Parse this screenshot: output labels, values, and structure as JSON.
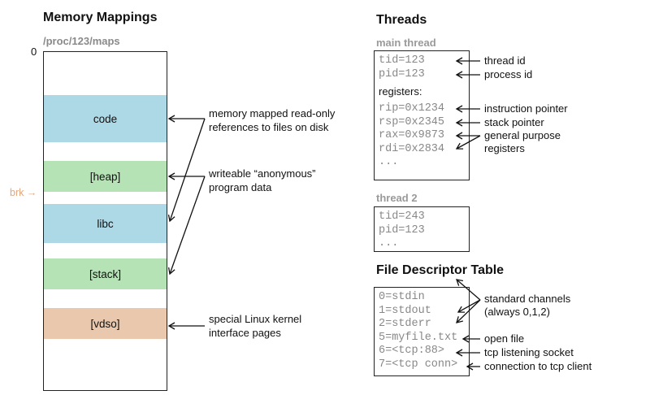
{
  "memory": {
    "title": "Memory Mappings",
    "path": "/proc/123/maps",
    "zero": "0",
    "brk": "brk →",
    "regions": [
      {
        "label": "code",
        "color": "#add8e6"
      },
      {
        "label": "[heap]",
        "color": "#b6e3b6"
      },
      {
        "label": "libc",
        "color": "#add8e6"
      },
      {
        "label": "[stack]",
        "color": "#b6e3b6"
      },
      {
        "label": "[vdso]",
        "color": "#e9c8ad"
      }
    ],
    "annotations": [
      {
        "lines": [
          "memory mapped read-only",
          "references to files on disk"
        ]
      },
      {
        "lines": [
          "writeable “anonymous”",
          "program data"
        ]
      },
      {
        "lines": [
          "special Linux kernel",
          "interface pages"
        ]
      }
    ]
  },
  "threads": {
    "title": "Threads",
    "main": {
      "label": "main thread",
      "ids": [
        "tid=123",
        "pid=123"
      ],
      "registers_heading": "registers:",
      "registers": [
        "rip=0x1234",
        "rsp=0x2345",
        "rax=0x9873",
        "rdi=0x2834",
        "..."
      ],
      "notes": [
        "thread id",
        "process id",
        "instruction pointer",
        "stack pointer",
        "general purpose",
        "registers"
      ]
    },
    "second": {
      "label": "thread 2",
      "lines": [
        "tid=243",
        "pid=123",
        "..."
      ]
    }
  },
  "fd_table": {
    "title": "File Descriptor Table",
    "entries": [
      "0=stdin",
      "1=stdout",
      "2=stderr",
      "5=myfile.txt",
      "6=<tcp:88>",
      "7=<tcp conn>"
    ],
    "notes": [
      "standard channels",
      "(always 0,1,2)",
      "open file",
      "tcp listening socket",
      "connection to tcp client"
    ]
  }
}
